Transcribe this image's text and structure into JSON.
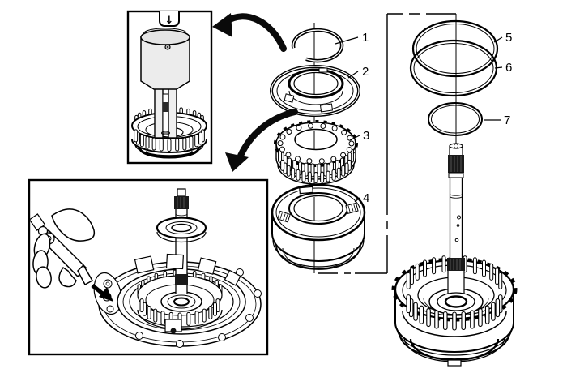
{
  "diagram": {
    "type": "exploded-parts-line-art",
    "callouts": [
      {
        "label": "1"
      },
      {
        "label": "2"
      },
      {
        "label": "3"
      },
      {
        "label": "4"
      },
      {
        "label": "5"
      },
      {
        "label": "6"
      },
      {
        "label": "7"
      }
    ],
    "press_inset": {
      "arrow_icon": "↓"
    },
    "colors": {
      "ink": "#000000",
      "paper": "#ffffff",
      "tool_shade": "#ececec",
      "spline_dark": "#1a1a1a"
    }
  }
}
